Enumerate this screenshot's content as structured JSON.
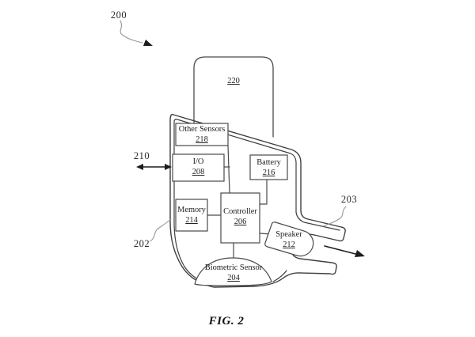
{
  "figure": {
    "caption": "FIG. 2"
  },
  "ref_labels": {
    "device": "200",
    "io_path": "210",
    "housing": "202",
    "duct": "203"
  },
  "components": {
    "stem": {
      "num": "220"
    },
    "other_sensors": {
      "name": "Other Sensors",
      "num": "218"
    },
    "io": {
      "name": "I/O",
      "num": "208"
    },
    "battery": {
      "name": "Battery",
      "num": "216"
    },
    "memory": {
      "name": "Memory",
      "num": "214"
    },
    "controller": {
      "name": "Controller",
      "num": "206"
    },
    "speaker": {
      "name": "Speaker",
      "num": "212"
    },
    "biometric_sensor": {
      "name": "Biometric Sensor",
      "num": "204"
    }
  },
  "colors": {
    "background": "#ffffff",
    "line": "#3f3f3f",
    "leader_line": "#979797",
    "text": "#1c1c1c"
  }
}
